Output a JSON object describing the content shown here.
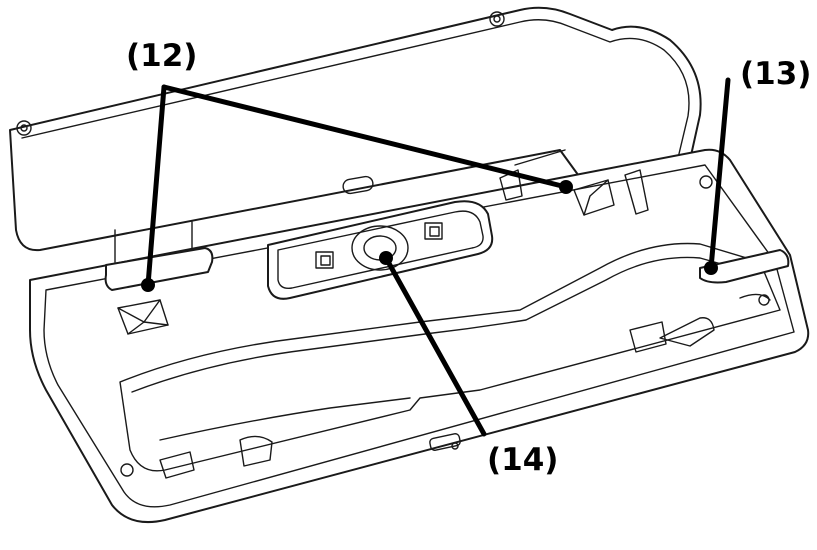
{
  "callouts": [
    {
      "id": "12",
      "label": "(12)"
    },
    {
      "id": "13",
      "label": "(13)"
    },
    {
      "id": "14",
      "label": "(14)"
    }
  ],
  "colors": {
    "line": "#1a1a1a",
    "leader": "#000000",
    "background": "#ffffff"
  }
}
